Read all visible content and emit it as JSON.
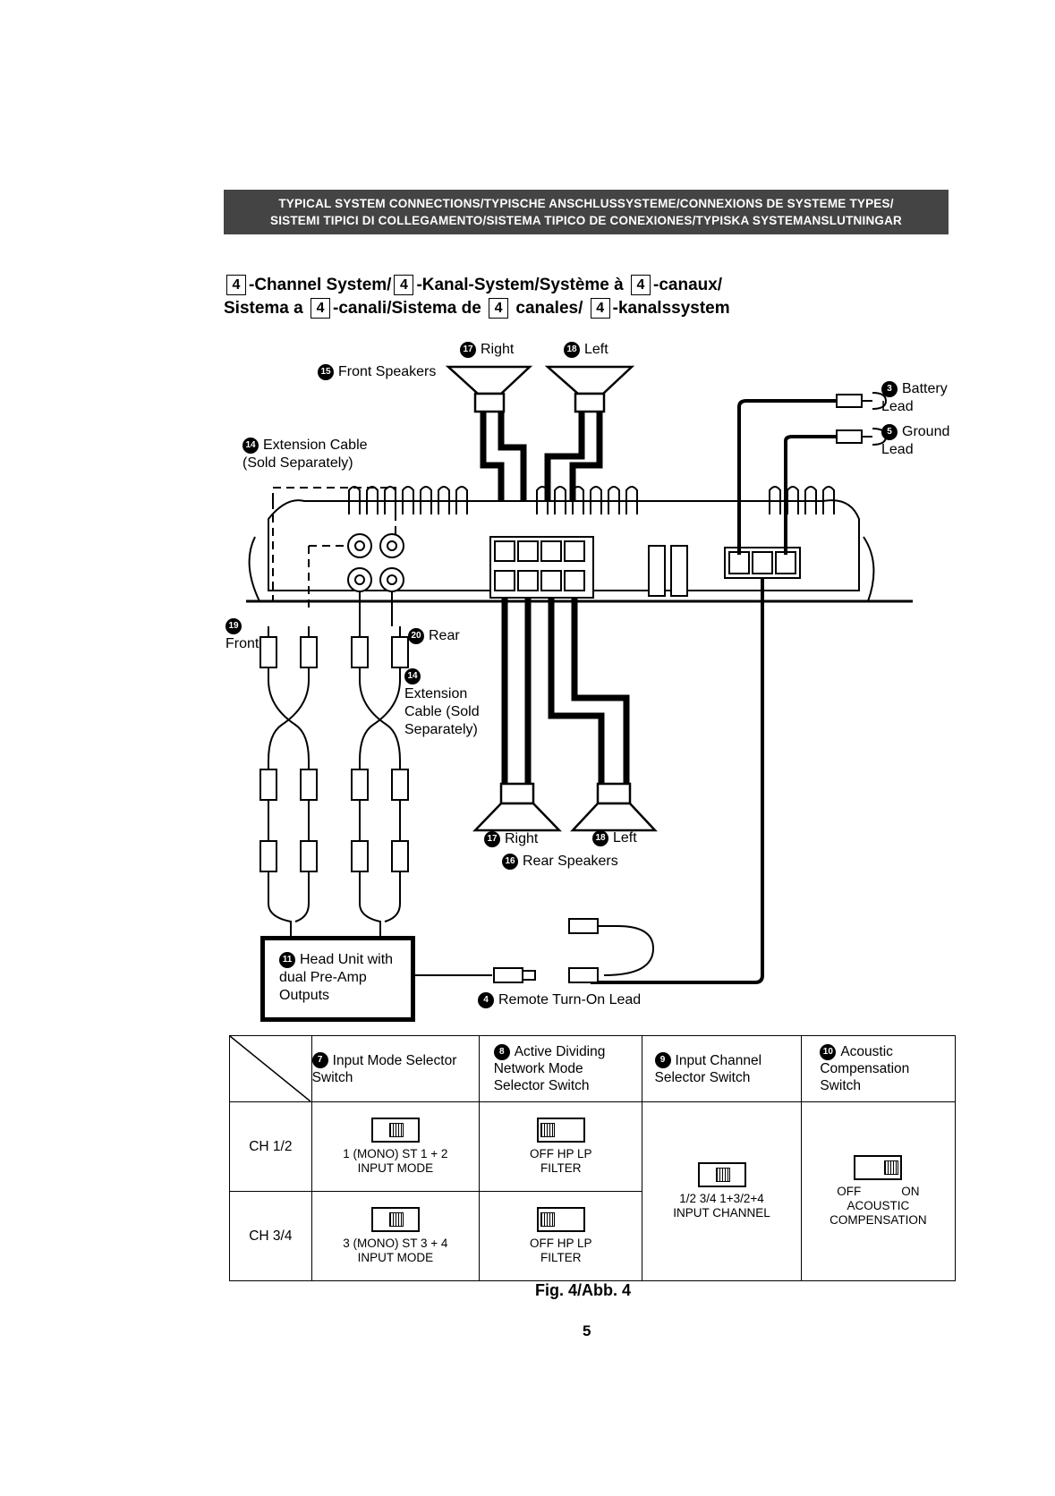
{
  "banner": {
    "line1": "TYPICAL SYSTEM CONNECTIONS/TYPISCHE ANSCHLUSSYSTEME/CONNEXIONS DE SYSTEME TYPES/",
    "line2": "SISTEMI TIPICI DI COLLEGAMENTO/SISTEMA TIPICO DE CONEXIONES/TYPISKA SYSTEMANSLUTNINGAR"
  },
  "heading": {
    "box_num": "4",
    "p1": "-Channel System/",
    "p2": "-Kanal-System/Système à",
    "p3": "-canaux/",
    "p4": "Sistema a",
    "p5": "-canali/Sistema de",
    "p6": "canales/",
    "p7": "-kanalssystem"
  },
  "labels": {
    "n17": "17",
    "n18": "18",
    "n15": "15",
    "n14": "14",
    "n3": "3",
    "n5": "5",
    "n19": "19",
    "n20": "20",
    "n16": "16",
    "n11": "11",
    "n4": "4",
    "n7": "7",
    "n8": "8",
    "n9": "9",
    "n10": "10",
    "right": "Right",
    "left": "Left",
    "front_speakers": "Front Speakers",
    "battery_lead": "Battery Lead",
    "ground_lead": "Ground Lead",
    "extension_cable_top": "Extension Cable (Sold Separately)",
    "front": "Front",
    "rear": "Rear",
    "extension_cable_mid": "Extension Cable (Sold Separately)",
    "rear_speakers": "Rear Speakers",
    "head_unit": "Head Unit with dual Pre-Amp Outputs",
    "remote_turn_on": "Remote Turn-On Lead"
  },
  "table": {
    "col1": "Input Mode Selector Switch",
    "col2": "Active Dividing Network Mode Selector Switch",
    "col3": "Input Channel Selector Switch",
    "col4": "Acoustic Compensation Switch",
    "row1": "CH 1/2",
    "row2": "CH 3/4",
    "ch12_input": "1 (MONO) ST  1 + 2",
    "ch34_input": "3 (MONO) ST  3 + 4",
    "input_mode": "INPUT MODE",
    "filter_opts": "OFF    HP    LP",
    "filter": "FILTER",
    "input_channel_opts": "1/2  3/4  1+3/2+4",
    "input_channel": "INPUT CHANNEL",
    "off": "OFF",
    "on": "ON",
    "acoustic_comp": "ACOUSTIC COMPENSATION"
  },
  "figure": {
    "caption": "Fig. 4/Abb. 4",
    "page": "5"
  }
}
